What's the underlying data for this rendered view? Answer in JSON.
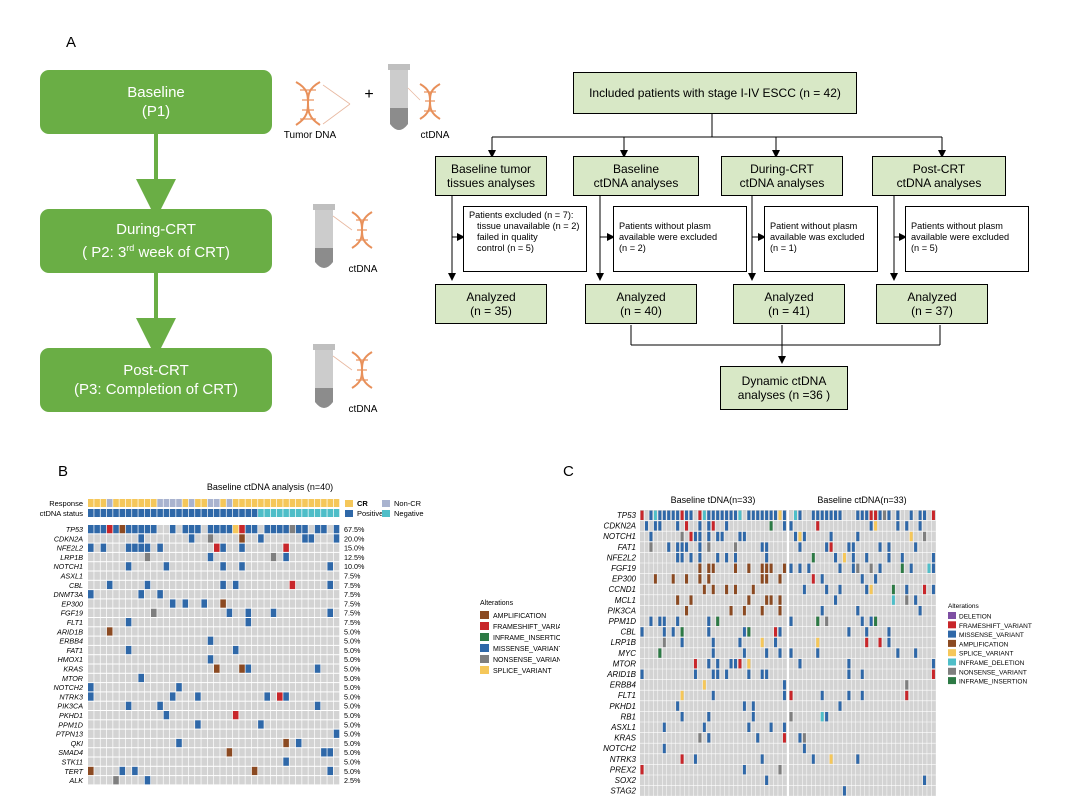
{
  "panelA": {
    "label": "A",
    "timeline": [
      {
        "line1": "Baseline",
        "line2": "(P1)"
      },
      {
        "line1": "During-CRT",
        "line2_pre": "( P2: 3",
        "line2_sup": "rd",
        "line2_post": " week of CRT)"
      },
      {
        "line1": "Post-CRT",
        "line2": "(P3: Completion of CRT)"
      }
    ],
    "icons": {
      "tumor_dna_label": "Tumor DNA",
      "plus": "+",
      "ctdna_label": "ctDNA"
    },
    "flow": {
      "top": "Included patients with stage I-IV ESCC (n = 42)",
      "branches": [
        {
          "title1": "Baseline tumor",
          "title2": "tissues analyses",
          "excluded": [
            "Patients excluded (n = 7):",
            "tissue unavailable (n = 2)",
            "failed in quality",
            "control (n = 5)"
          ],
          "analyzed1": "Analyzed",
          "analyzed2": "(n = 35)"
        },
        {
          "title1": "Baseline",
          "title2": "ctDNA analyses",
          "excluded": [
            "Patients without plasm",
            "available were excluded",
            "(n = 2)"
          ],
          "analyzed1": "Analyzed",
          "analyzed2": "(n = 40)"
        },
        {
          "title1": "During-CRT",
          "title2": "ctDNA analyses",
          "excluded": [
            "Patient without plasm",
            "available was excluded",
            "(n = 1)"
          ],
          "analyzed1": "Analyzed",
          "analyzed2": "(n = 41)"
        },
        {
          "title1": "Post-CRT",
          "title2": "ctDNA analyses",
          "excluded": [
            "Patients without plasm",
            "available were excluded",
            "(n = 5)"
          ],
          "analyzed1": "Analyzed",
          "analyzed2": "(n = 37)"
        }
      ],
      "dynamic1": "Dynamic ctDNA",
      "dynamic2": "analyses (n =36 )"
    }
  },
  "panelB": {
    "label": "B",
    "title": "Baseline ctDNA analysis (n=40)",
    "track_labels": [
      "Response",
      "ctDNA status"
    ],
    "legend_response": [
      {
        "label": "CR",
        "color": "#f5c75a"
      },
      {
        "label": "Non-CR",
        "color": "#a9b3cf"
      }
    ],
    "legend_status": [
      {
        "label": "Positive",
        "color": "#2f68a8"
      },
      {
        "label": "Negative",
        "color": "#4fbec8"
      }
    ],
    "response_seq": "CCCNCCCCCCCNNNNCNCCNNCNCCCCCCCCCCCCCCCCC",
    "genes": [
      "TP53",
      "CDKN2A",
      "NFE2L2",
      "LRP1B",
      "NOTCH1",
      "ASXL1",
      "CBL",
      "DNMT3A",
      "EP300",
      "FGF19",
      "FLT1",
      "ARID1B",
      "ERBB4",
      "FAT1",
      "HMOX1",
      "KRAS",
      "MTOR",
      "NOTCH2",
      "NTRK3",
      "PIK3CA",
      "PKHD1",
      "PPM1D",
      "PTPN13",
      "QKI",
      "SMAD4",
      "STK11",
      "TERT",
      "ALK"
    ],
    "pcts": [
      "67.5%",
      "20.0%",
      "15.0%",
      "12.5%",
      "10.0%",
      "7.5%",
      "7.5%",
      "7.5%",
      "7.5%",
      "7.5%",
      "7.5%",
      "5.0%",
      "5.0%",
      "5.0%",
      "5.0%",
      "5.0%",
      "5.0%",
      "5.0%",
      "5.0%",
      "5.0%",
      "5.0%",
      "5.0%",
      "5.0%",
      "5.0%",
      "5.0%",
      "5.0%",
      "5.0%",
      "2.5%"
    ],
    "legend_title": "Alterations",
    "legend": [
      {
        "label": "AMPLIFICATION",
        "color": "#8b4a22"
      },
      {
        "label": "FRAMESHIFT_VARIANT",
        "color": "#c8262a"
      },
      {
        "label": "INFRAME_INSERTION",
        "color": "#2d7a45"
      },
      {
        "label": "MISSENSE_VARIANT",
        "color": "#2f68a8"
      },
      {
        "label": "NONSENSE_VARIANT",
        "color": "#7f7f7f"
      },
      {
        "label": "SPLICE_VARIANT",
        "color": "#f5c75a"
      }
    ]
  },
  "panelC": {
    "label": "C",
    "title_left": "Baseline tDNA(n=33)",
    "title_right": "Baseline ctDNA(n=33)",
    "genes": [
      "TP53",
      "CDKN2A",
      "NOTCH1",
      "FAT1",
      "NFE2L2",
      "FGF19",
      "EP300",
      "CCND1",
      "MCL1",
      "PIK3CA",
      "PPM1D",
      "CBL",
      "LRP1B",
      "MYC",
      "MTOR",
      "ARID1B",
      "ERBB4",
      "FLT1",
      "PKHD1",
      "RB1",
      "ASXL1",
      "KRAS",
      "NOTCH2",
      "NTRK3",
      "PREX2",
      "SOX2",
      "STAG2"
    ],
    "legend_title": "Alterations",
    "legend": [
      {
        "label": "DELETION",
        "color": "#7e4fa3"
      },
      {
        "label": "FRAMESHIFT_VARIANT",
        "color": "#c8262a"
      },
      {
        "label": "MISSENSE_VARIANT",
        "color": "#2f68a8"
      },
      {
        "label": "AMPLIFICATION",
        "color": "#8b4a22"
      },
      {
        "label": "SPLICE_VARIANT",
        "color": "#f5c75a"
      },
      {
        "label": "INFRAME_DELETION",
        "color": "#4fbec8"
      },
      {
        "label": "NONSENSE_VARIANT",
        "color": "#7f7f7f"
      },
      {
        "label": "INFRAME_INSERTION",
        "color": "#2d7a45"
      }
    ]
  }
}
